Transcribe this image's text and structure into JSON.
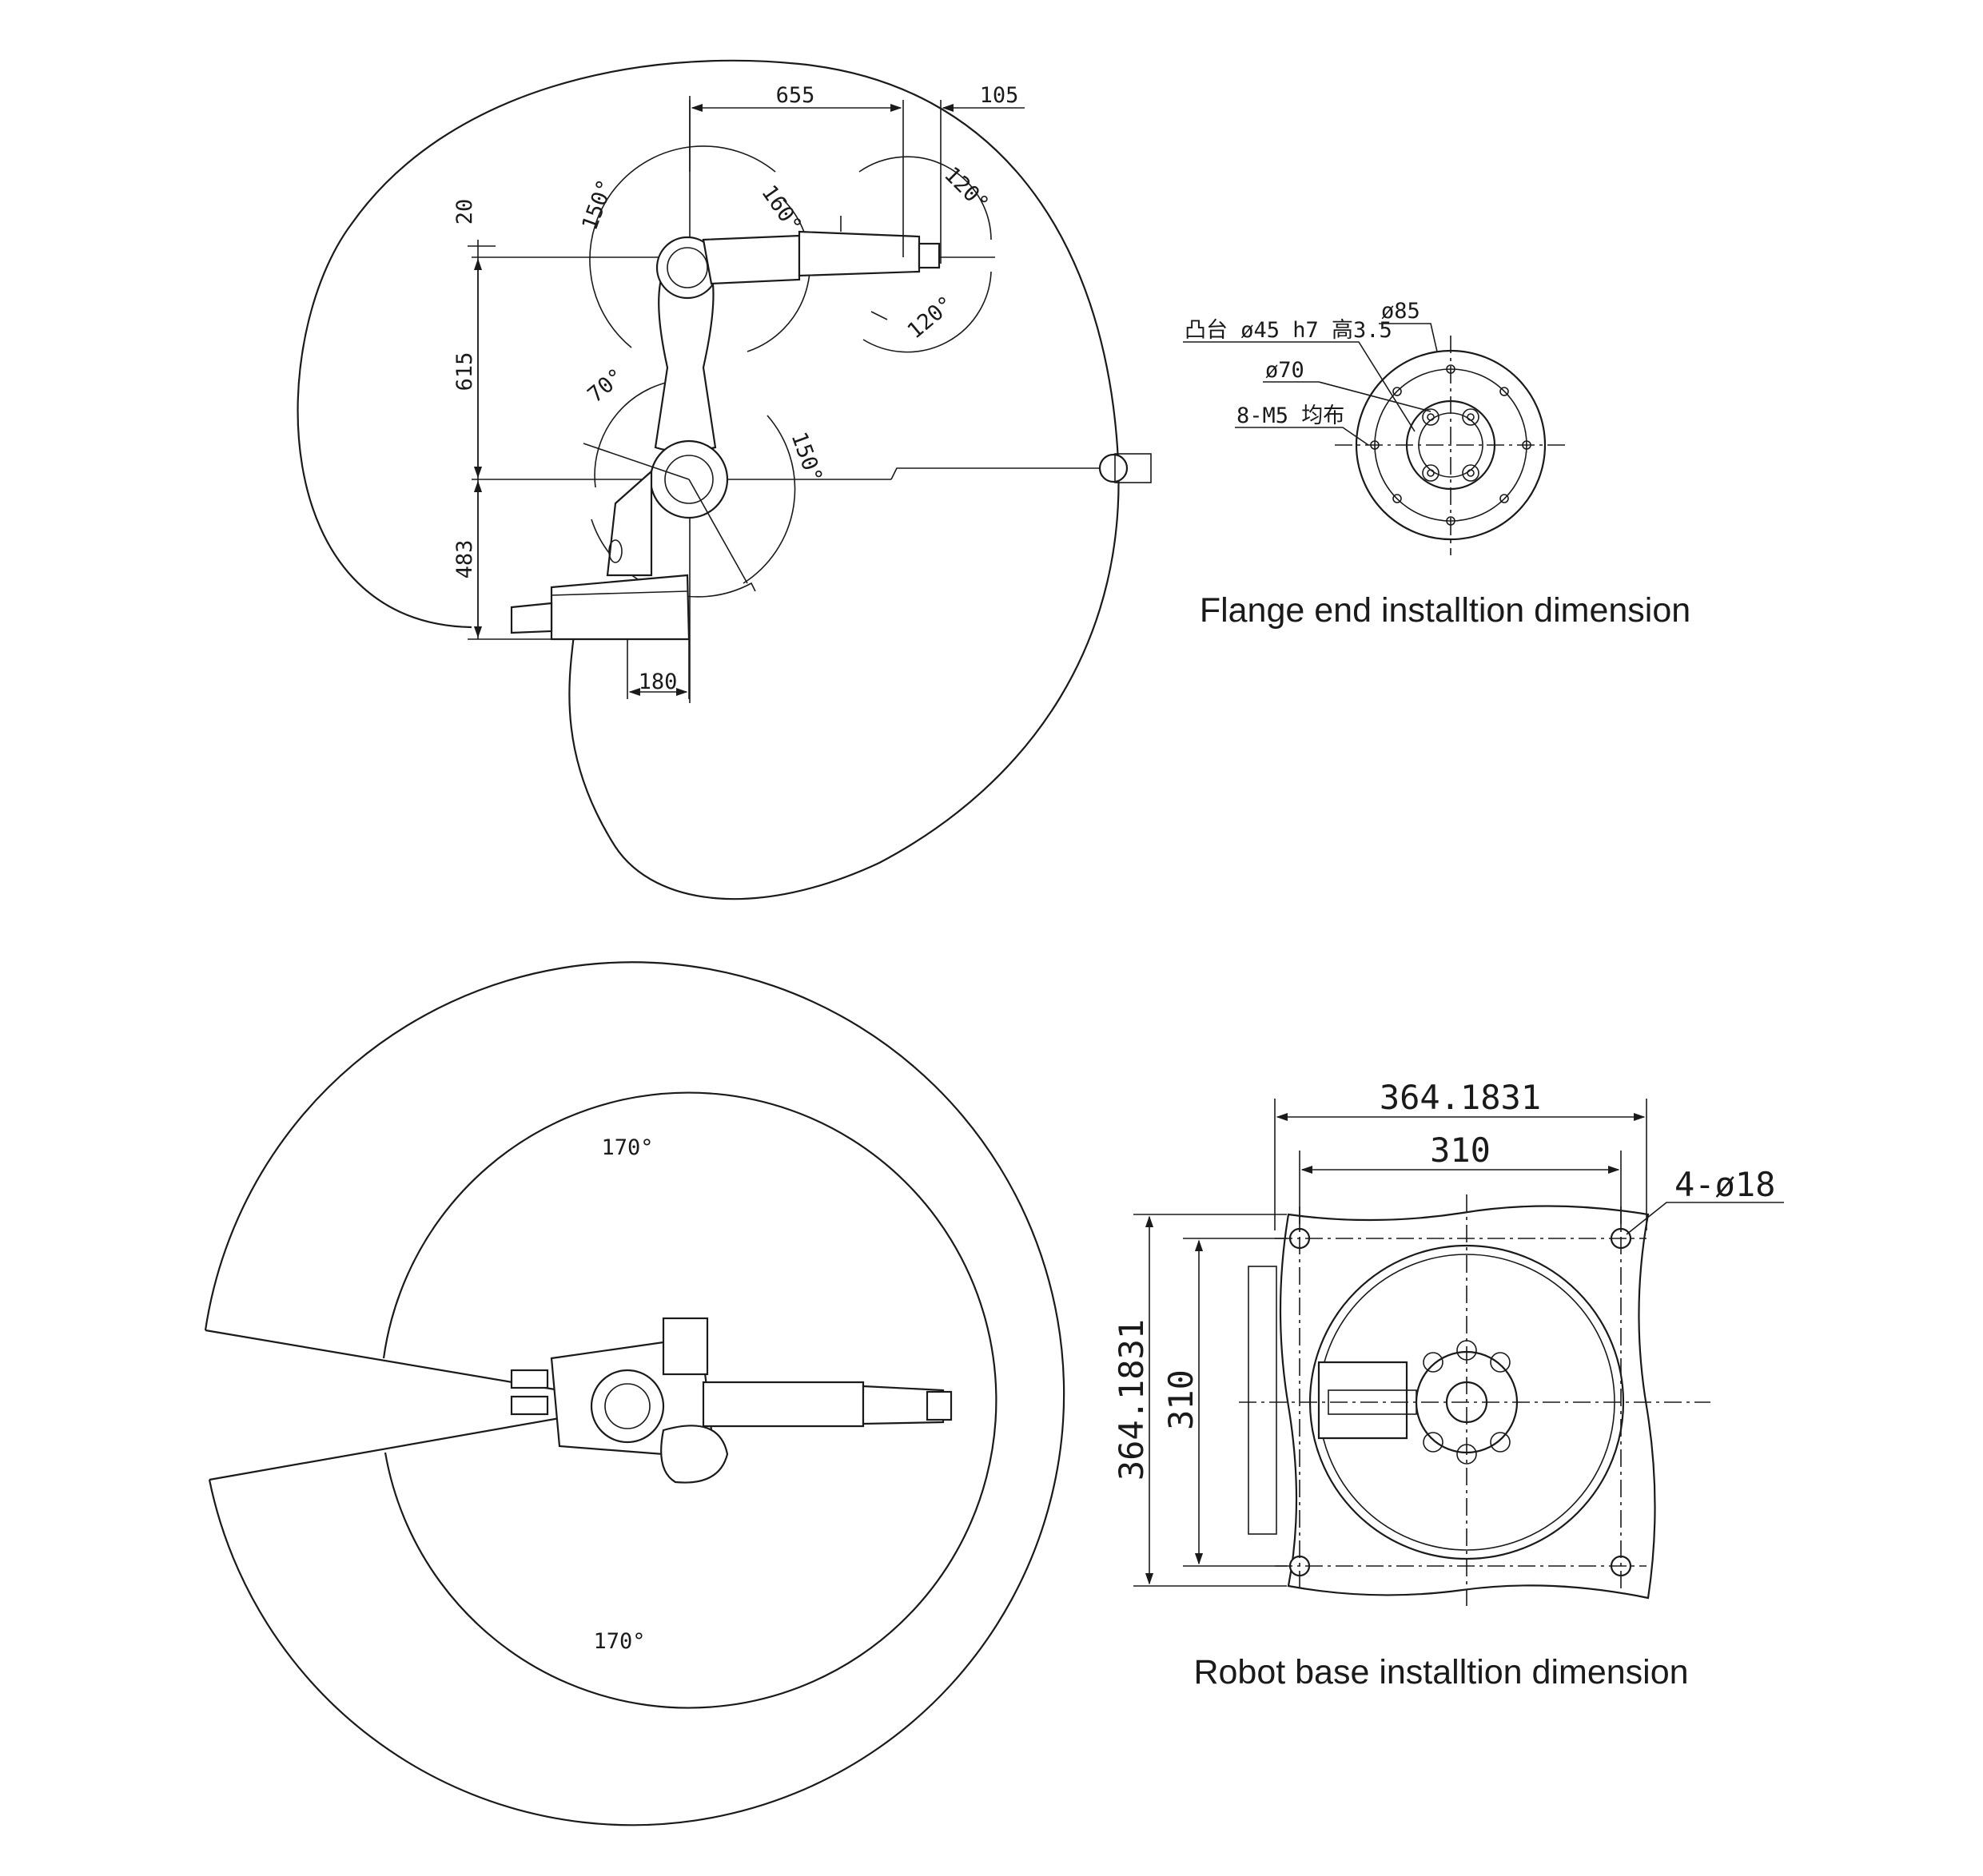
{
  "side_view": {
    "dims": {
      "reach_top": "655",
      "offset_top": "105",
      "height_20": "20",
      "height_615": "615",
      "height_483": "483",
      "base_180": "180"
    },
    "angles": {
      "a150_top": "150°",
      "a160": "160°",
      "a120_top": "120°",
      "a120_bottom": "120°",
      "a70": "70°",
      "a150_lower": "150°"
    }
  },
  "flange": {
    "label_d85": "ø85",
    "label_d45": "凸台 ø45 h7 高3.5",
    "label_d70": "ø70",
    "label_m5": "8-M5 均布",
    "caption": "Flange end installtion dimension"
  },
  "top_view": {
    "angle_top": "170°",
    "angle_bottom": "170°"
  },
  "base": {
    "outer_h": "364.1831",
    "inner_h": "310",
    "outer_v": "364.1831",
    "inner_v": "310",
    "holes": "4-ø18",
    "caption": "Robot base installtion dimension"
  }
}
